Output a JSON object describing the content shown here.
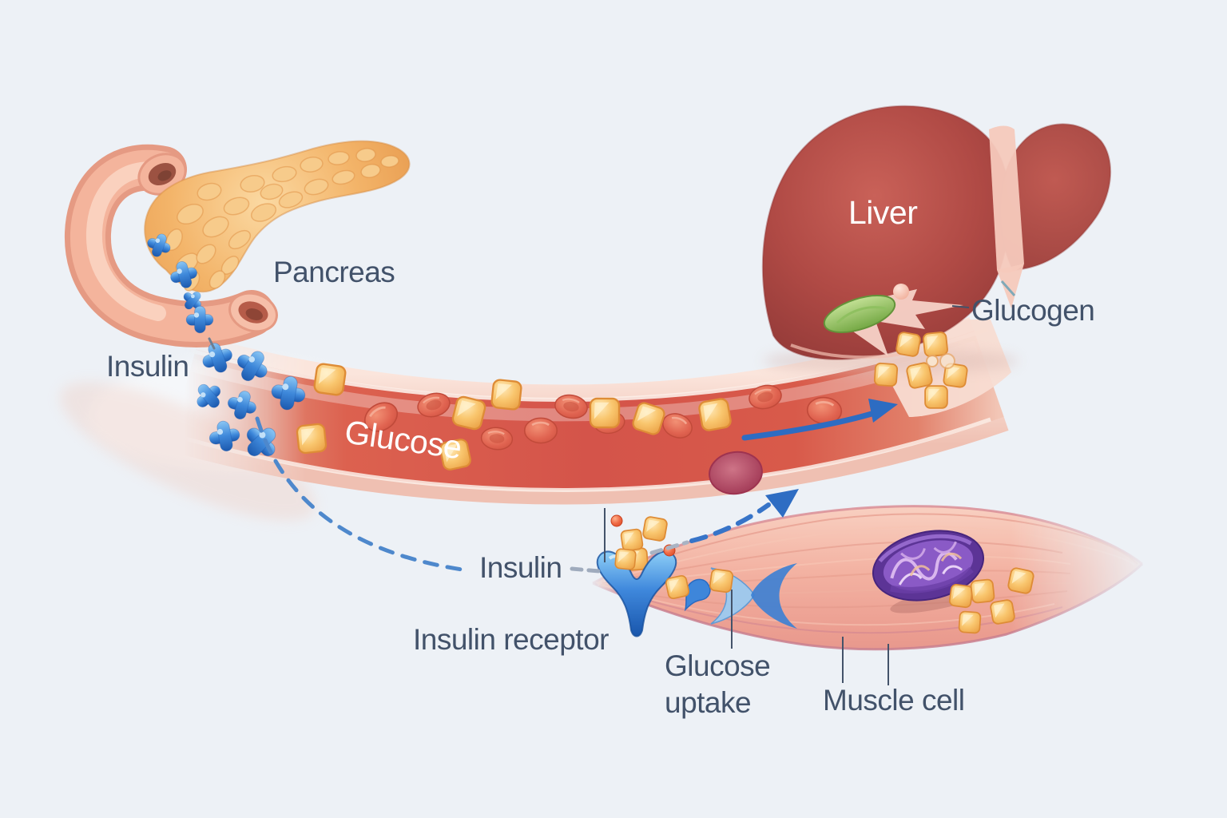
{
  "title": "Insulin and glucose regulation illustration",
  "background": "#edf1f6",
  "text_color": "#42526a",
  "labels": {
    "pancreas": "Pancreas",
    "insulin_secretion": "Insulin",
    "glucose": "Glucose",
    "liver": "Liver",
    "glucogen": "Glucogen",
    "insulin": "Insulin",
    "insulin_receptor": "Insulin receptor",
    "glucose_uptake": [
      "Glucose",
      "uptake"
    ],
    "muscle_cell": "Muscle cell"
  },
  "glyphs": {
    "insulin-molecule": {
      "shape": "blue cross-shaped blob",
      "color": "#3b82d8"
    },
    "glucose-molecule": {
      "shape": "orange rounded cube",
      "color": "#f6c06a"
    },
    "red-blood-cell": {
      "shape": "red biconcave disc",
      "color": "#dd5f4c"
    },
    "blood-flow-arrow": {
      "shape": "solid blue arrow",
      "color": "#2e6dc3"
    },
    "insulin-path-arrow": {
      "shape": "blue dashed curve with arrowhead",
      "color": "#3874c8"
    },
    "mitochondrion": {
      "shape": "purple organelle with cristae",
      "color": "#6a3fa6"
    },
    "gallbladder": {
      "shape": "green leaf shape",
      "color": "#7fb04c"
    }
  },
  "colors": {
    "vessel_wall": "#f6d5ca",
    "blood": "#d6564b",
    "pancreas": "#f2b267",
    "duodenum": "#f4b49c",
    "liver": "#a8453f",
    "muscle": "#f3b2a2",
    "mitochondrion": "#6a3fa6",
    "insulin_blue": "#3b82d8",
    "glucose_orange": "#f6c06a",
    "arrow_blue": "#2e6dc3",
    "callout_line": "#44536a"
  }
}
